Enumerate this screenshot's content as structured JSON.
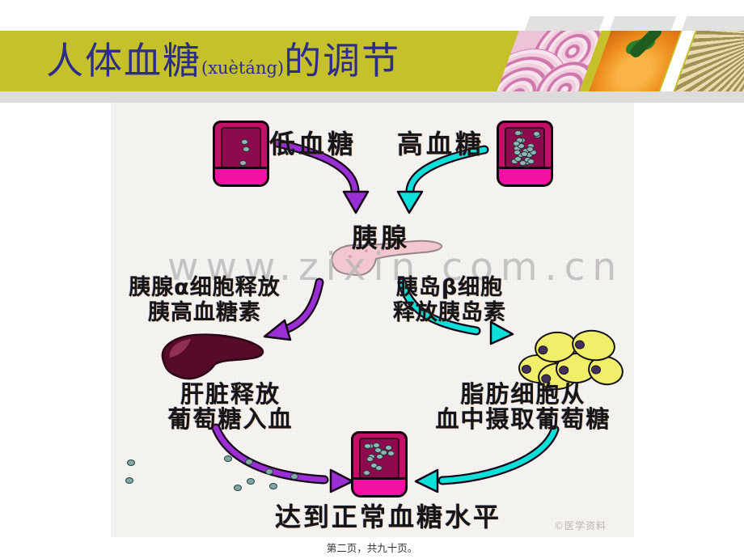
{
  "slide": {
    "header": {
      "title_main": "人体血糖",
      "title_pinyin": "(xuètáng)",
      "title_suffix": "的调节",
      "bar_color": "#c6c02b",
      "title_color": "#2b2d87",
      "photos": [
        "onion",
        "bell-pepper",
        "mushroom"
      ]
    },
    "diagram": {
      "watermark": "www.zixin.com.cn",
      "credit": "©医学资料",
      "low_label": "低血糖",
      "high_label": "高血糖",
      "pancreas_label": "胰腺",
      "alpha_line1": "胰腺α细胞释放",
      "alpha_line2": "胰高血糖素",
      "beta_line1": "胰岛β细胞",
      "beta_line2": "释放胰岛素",
      "liver_line1": "肝脏释放",
      "liver_line2": "葡萄糖入血",
      "fat_line1": "脂肪细胞从",
      "fat_line2": "血中摄取葡萄糖",
      "result_label": "达到正常血糖水平",
      "glucose_dots": {
        "low": 3,
        "high": 26,
        "normal": 14
      },
      "colors": {
        "glucagon_arrow": "#9b2fd6",
        "insulin_arrow": "#0bdfd8",
        "vessel_dark": "#c21068",
        "vessel_bright": "#f410a2",
        "liver": "#560b2b",
        "fat_cell": "#f1ee6a"
      }
    },
    "footer": {
      "page_text": "第二页，共九十页。"
    }
  }
}
